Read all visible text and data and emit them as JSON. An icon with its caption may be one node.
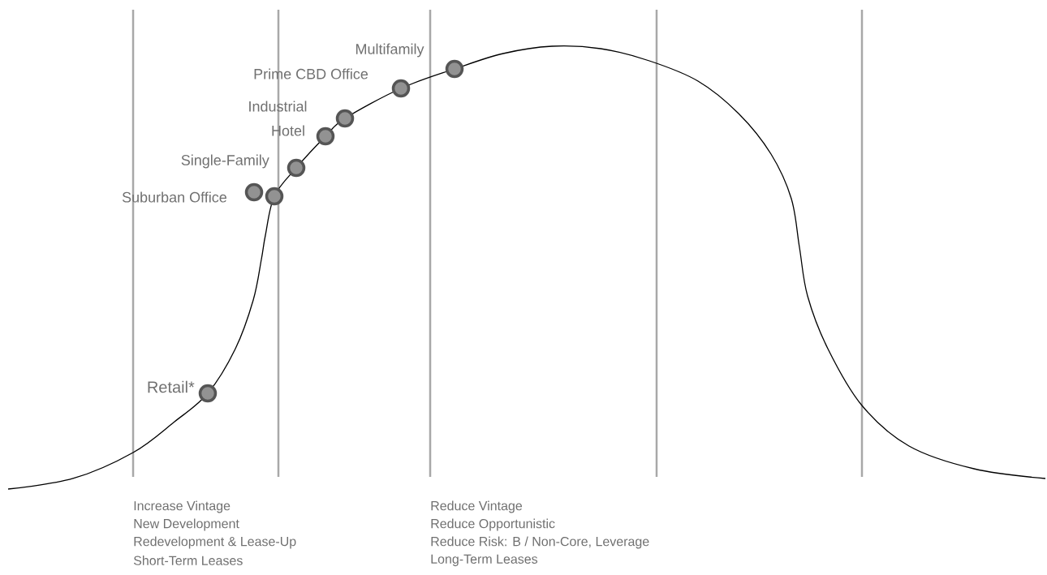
{
  "diagram": {
    "nodes": [
      {
        "text": [],
        "shape": "circle",
        "beside": [
          "Retail*"
        ]
      },
      {
        "text": [],
        "shape": "circle",
        "beside": [
          "Suburban Office"
        ]
      },
      {
        "text": [],
        "shape": "circle"
      },
      {
        "text": [],
        "shape": "circle",
        "beside": [
          "Single-Family"
        ]
      },
      {
        "text": [],
        "shape": "circle",
        "beside": [
          "Hotel"
        ]
      },
      {
        "text": [],
        "shape": "circle",
        "beside": [
          "Industrial"
        ]
      },
      {
        "text": [],
        "shape": "circle",
        "beside": [
          "Prime CBD Office"
        ]
      },
      {
        "text": [],
        "shape": "circle",
        "beside": [
          "Multifamily"
        ]
      }
    ],
    "labels": [
      "Increase Vintage",
      "New Development",
      "Redevelopment & Lease-Up",
      "Short-Term Leases",
      "Reduce Vintage",
      "Reduce Opportunistic",
      "Reduce Risk: B / Non-Core, Leverage",
      "Long-Term Leases"
    ]
  }
}
